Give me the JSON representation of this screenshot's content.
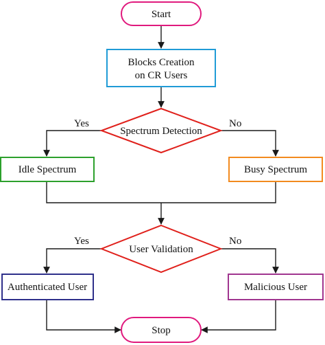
{
  "colors": {
    "start_stop": "#e0197d",
    "process": "#1f9bd6",
    "decision": "#e0201b",
    "idle": "#2ca02c",
    "busy": "#f28a1e",
    "authenticated": "#2e2f8a",
    "malicious": "#a0358f",
    "connector": "#1a1a1a"
  },
  "nodes": {
    "start": {
      "label": "Start",
      "shape": "terminator"
    },
    "blocks_creation": {
      "line1": "Blocks Creation",
      "line2": "on CR Users",
      "shape": "process"
    },
    "spectrum_detection": {
      "label": "Spectrum Detection",
      "shape": "decision"
    },
    "idle_spectrum": {
      "label": "Idle Spectrum",
      "shape": "process"
    },
    "busy_spectrum": {
      "label": "Busy Spectrum",
      "shape": "process"
    },
    "user_validation": {
      "label": "User Validation",
      "shape": "decision"
    },
    "authenticated_user": {
      "label": "Authenticated User",
      "shape": "process"
    },
    "malicious_user": {
      "label": "Malicious User",
      "shape": "process"
    },
    "stop": {
      "label": "Stop",
      "shape": "terminator"
    }
  },
  "edges": {
    "detection_yes": "Yes",
    "detection_no": "No",
    "validation_yes": "Yes",
    "validation_no": "No"
  }
}
